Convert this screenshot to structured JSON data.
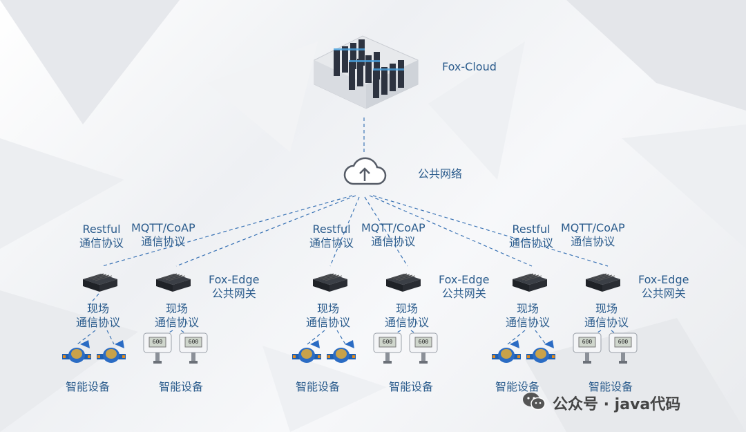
{
  "colors": {
    "accent": "#2a5b8c",
    "line": "#3a73b5"
  },
  "cloud_server": {
    "label": "Fox-Cloud",
    "icon": "datacenter-icon"
  },
  "public_network": {
    "label": "公共网络",
    "icon": "cloud-upload-icon"
  },
  "groups": [
    {
      "restful_label": [
        "Restful",
        "通信协议"
      ],
      "mqtt_label": [
        "MQTT/CoAP",
        "通信协议"
      ],
      "gateway_label": [
        "Fox-Edge",
        "公共网关"
      ],
      "onsite_labels": [
        [
          "现场",
          "通信协议"
        ],
        [
          "现场",
          "通信协议"
        ]
      ],
      "device_labels": [
        "智能设备",
        "智能设备"
      ],
      "device_icons": [
        "water-meter-icon",
        "sensor-meter-icon"
      ],
      "display_value": "600"
    },
    {
      "restful_label": [
        "Restful",
        "通信协议"
      ],
      "mqtt_label": [
        "MQTT/CoAP",
        "通信协议"
      ],
      "gateway_label": [
        "Fox-Edge",
        "公共网关"
      ],
      "onsite_labels": [
        [
          "现场",
          "通信协议"
        ],
        [
          "现场",
          "通信协议"
        ]
      ],
      "device_labels": [
        "智能设备",
        "智能设备"
      ],
      "device_icons": [
        "water-meter-icon",
        "sensor-meter-icon"
      ],
      "display_value": "600"
    },
    {
      "restful_label": [
        "Restful",
        "通信协议"
      ],
      "mqtt_label": [
        "MQTT/CoAP",
        "通信协议"
      ],
      "gateway_label": [
        "Fox-Edge",
        "公共网关"
      ],
      "onsite_labels": [
        [
          "现场",
          "通信协议"
        ],
        [
          "现场",
          "通信协议"
        ]
      ],
      "device_labels": [
        "智能设备",
        "智能设备"
      ],
      "device_icons": [
        "water-meter-icon",
        "sensor-meter-icon"
      ],
      "display_value": "600"
    }
  ],
  "watermark": {
    "text": "公众号 · java代码",
    "icon": "wechat-icon"
  }
}
